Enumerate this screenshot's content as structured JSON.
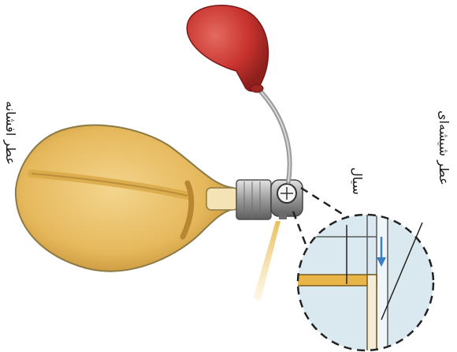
{
  "labels": {
    "perfume_atomizer": "عطر شیشه‌ای",
    "liquid": "سیال",
    "atomizer": "عطر افشانه"
  },
  "colors": {
    "bulb_red": "#c8332f",
    "bottle_amber": "#e7bd63",
    "bottle_outline": "#8c7a45",
    "metal_grey": "#9a9a9a",
    "inset_fill": "#d9e9ef",
    "spray_yellow": "#e8b648",
    "flow_arrow_blue": "#3b7fc4"
  }
}
